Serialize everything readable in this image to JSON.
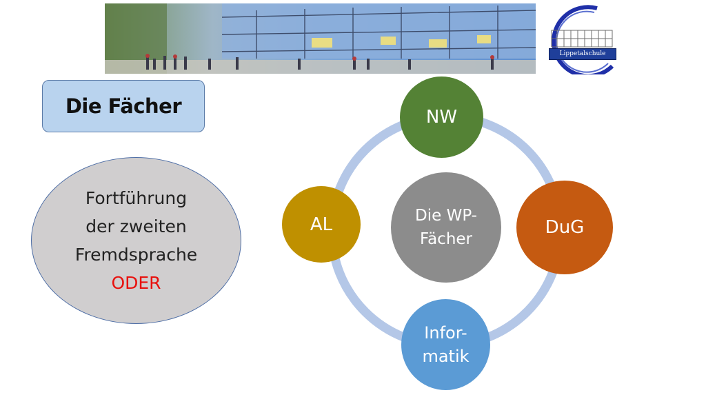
{
  "header": {
    "logo_text": "Lippetalschule"
  },
  "title": "Die Fächer",
  "left_oval": {
    "line1": "Fortführung",
    "line2": "der zweiten",
    "line3": "Fremdsprache",
    "line4": "ODER"
  },
  "cycle": {
    "center": {
      "line1": "Die WP-",
      "line2": "Fächer"
    },
    "nodes": {
      "top": "NW",
      "right": "DuG",
      "bottom_line1": "Infor-",
      "bottom_line2": "matik",
      "left": "AL"
    }
  },
  "colors": {
    "title_box": "#b9d3ee",
    "oval": "#d0cecf",
    "oder_red": "#e8110e",
    "ring": "#b4c7e7",
    "center": "#8c8c8c",
    "nw": "#548235",
    "dug": "#c55a11",
    "informatik": "#5b9bd5",
    "al": "#bf9000"
  }
}
